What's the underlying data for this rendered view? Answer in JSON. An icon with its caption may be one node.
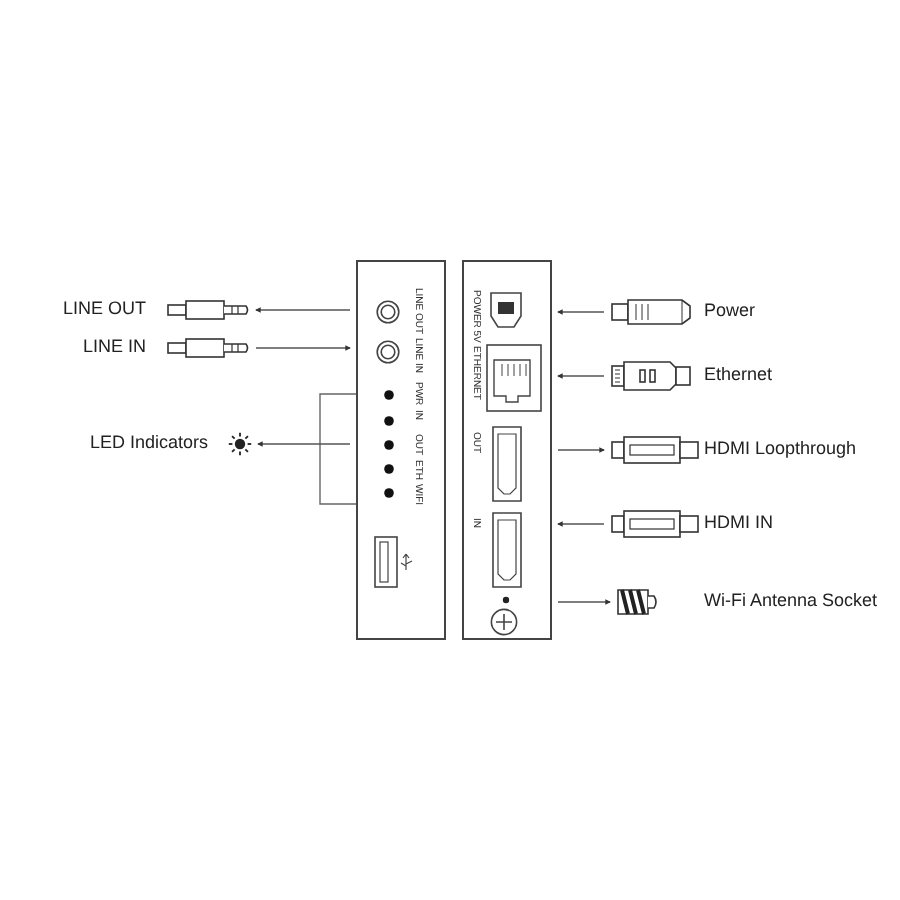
{
  "diagram": {
    "nodes": [
      {
        "text": [
          "LINE OUT",
          "LINE IN",
          "PWR",
          "IN",
          "OUT",
          "ETH",
          "WIFI"
        ]
      },
      {
        "text": [
          "POWER 5V",
          "ETHERNET",
          "OUT",
          "IN"
        ]
      },
      {
        "text": [],
        "shape": "picture",
        "beside": [
          "LINE OUT"
        ]
      },
      {
        "text": [],
        "shape": "picture",
        "beside": [
          "LINE IN"
        ]
      },
      {
        "text": [],
        "shape": "picture",
        "beside": [
          "LED Indicators"
        ]
      },
      {
        "text": [],
        "shape": "picture",
        "beside": [
          "Power"
        ]
      },
      {
        "text": [],
        "shape": "picture",
        "beside": [
          "Ethernet"
        ]
      },
      {
        "text": [],
        "shape": "picture",
        "beside": [
          "HDMI Loopthrough"
        ]
      },
      {
        "text": [],
        "shape": "picture",
        "beside": [
          "HDMI IN"
        ]
      },
      {
        "text": [],
        "shape": "picture",
        "beside": [
          "Wi-Fi Antenna Socket"
        ]
      }
    ],
    "edges": [
      {
        "from": 0,
        "to": 2,
        "arrow": "to"
      },
      {
        "from": 3,
        "to": 0,
        "arrow": "to"
      },
      {
        "from": 0,
        "to": 4,
        "arrow": "to"
      },
      {
        "from": 5,
        "to": 1,
        "arrow": "to"
      },
      {
        "from": 6,
        "to": 1,
        "arrow": "to"
      },
      {
        "from": 1,
        "to": 7,
        "arrow": "to"
      },
      {
        "from": 8,
        "to": 1,
        "arrow": "to"
      },
      {
        "from": 1,
        "to": 9,
        "arrow": "to"
      }
    ]
  }
}
